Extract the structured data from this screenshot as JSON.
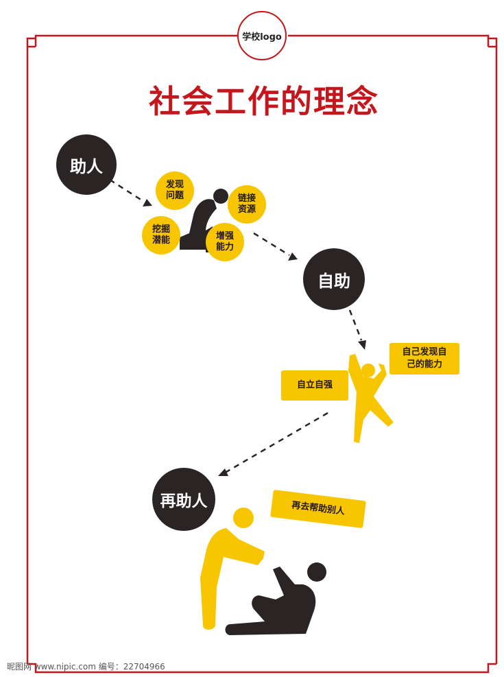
{
  "logo": {
    "text": "学校logo"
  },
  "title": "社会工作的理念",
  "steps": {
    "help": "助人",
    "self_help": "自助",
    "help_again": "再助人"
  },
  "bubbles": {
    "find_problem": "发现\n问题",
    "link_resources": "链接\n资源",
    "dig_potential": "挖掘\n潜能",
    "enhance_ability": "增强\n能力"
  },
  "tags": {
    "self_discover": "自己发现自\n己的能力",
    "self_strong": "自立自强",
    "help_others": "再去帮助别人"
  },
  "watermark": "昵图网 www.nipic.com   编号：22704966",
  "colors": {
    "red": "#c4161c",
    "yellow": "#f7c600",
    "dark": "#2b2424"
  }
}
